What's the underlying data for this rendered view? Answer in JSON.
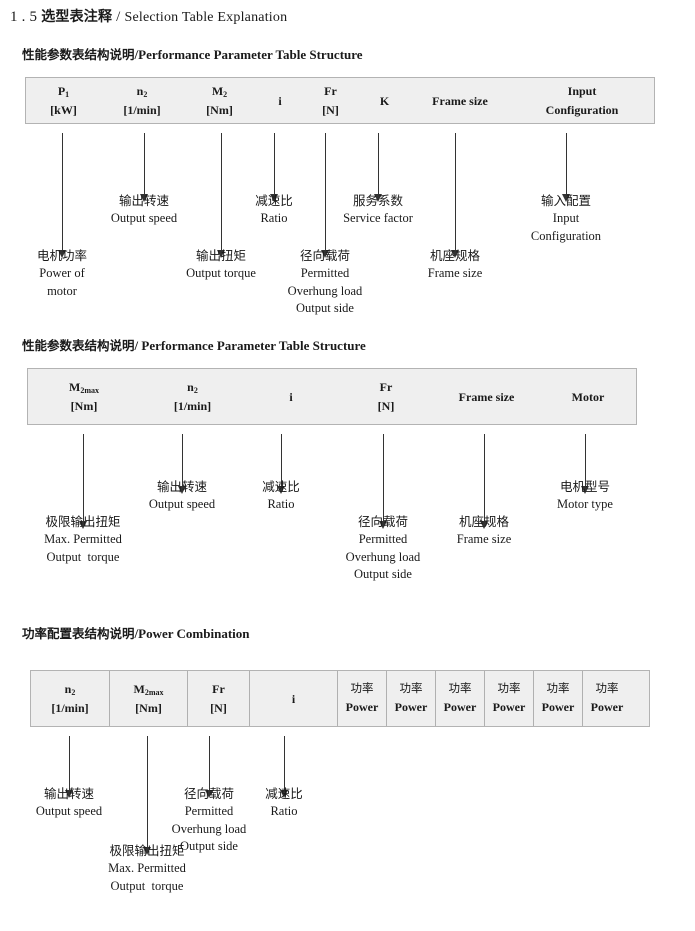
{
  "page": {
    "title_number": "1 . 5",
    "title_cn": "选型表注释",
    "title_sep": "/",
    "title_en": "Selection Table Explanation"
  },
  "sections": [
    {
      "heading_cn": "性能参数表结构说明",
      "heading_sep": "/",
      "heading_en": "Performance Parameter Table Structure",
      "columns": [
        {
          "symbol": "P",
          "sub": "1",
          "unit": "[kW]"
        },
        {
          "symbol": "n",
          "sub": "2",
          "unit": "[1/min]"
        },
        {
          "symbol": "M",
          "sub": "2",
          "unit": "[Nm]"
        },
        {
          "symbol": "i",
          "sub": "",
          "unit": ""
        },
        {
          "symbol": "Fr",
          "sub": "",
          "unit": "[N]"
        },
        {
          "symbol": "K",
          "sub": "",
          "unit": ""
        },
        {
          "symbol": "Frame size",
          "sub": "",
          "unit": ""
        },
        {
          "symbol": "Input",
          "sub": "",
          "unit": "Configuration"
        }
      ],
      "annotations": [
        {
          "cn": "电机功率",
          "en": [
            "Power of",
            "motor"
          ]
        },
        {
          "cn": "输出转速",
          "en": [
            "Output speed"
          ]
        },
        {
          "cn": "输出扭矩",
          "en": [
            "Output torque"
          ]
        },
        {
          "cn": "减速比",
          "en": [
            "Ratio"
          ]
        },
        {
          "cn": "径向载荷",
          "en": [
            "Permitted",
            "Overhung load",
            "Output side"
          ]
        },
        {
          "cn": "服务系数",
          "en": [
            "Service factor"
          ]
        },
        {
          "cn": "机座规格",
          "en": [
            "Frame size"
          ]
        },
        {
          "cn": "输入配置",
          "en": [
            "Input",
            "Configuration"
          ]
        }
      ]
    },
    {
      "heading_cn": "性能参数表结构说明",
      "heading_sep": "/",
      "heading_en": "Performance Parameter Table Structure",
      "columns": [
        {
          "symbol": "M",
          "sub": "2max",
          "unit": "[Nm]"
        },
        {
          "symbol": "n",
          "sub": "2",
          "unit": "[1/min]"
        },
        {
          "symbol": "i",
          "sub": "",
          "unit": ""
        },
        {
          "symbol": "Fr",
          "sub": "",
          "unit": "[N]"
        },
        {
          "symbol": "Frame size",
          "sub": "",
          "unit": ""
        },
        {
          "symbol": "Motor",
          "sub": "",
          "unit": ""
        }
      ],
      "annotations": [
        {
          "cn": "极限输出扭矩",
          "en": [
            "Max. Permitted",
            "Output  torque"
          ]
        },
        {
          "cn": "输出转速",
          "en": [
            "Output speed"
          ]
        },
        {
          "cn": "减速比",
          "en": [
            "Ratio"
          ]
        },
        {
          "cn": "径向载荷",
          "en": [
            "Permitted",
            "Overhung load",
            "Output side"
          ]
        },
        {
          "cn": "机座规格",
          "en": [
            "Frame size"
          ]
        },
        {
          "cn": "电机型号",
          "en": [
            "Motor type"
          ]
        }
      ]
    },
    {
      "heading_cn": "功率配置表结构说明",
      "heading_sep": "/",
      "heading_en": "Power Combination",
      "columns": [
        {
          "symbol": "n",
          "sub": "2",
          "unit": "[1/min]"
        },
        {
          "symbol": "M",
          "sub": "2max",
          "unit": "[Nm]"
        },
        {
          "symbol": "Fr",
          "sub": "",
          "unit": "[N]"
        },
        {
          "symbol": "i",
          "sub": "",
          "unit": ""
        },
        {
          "symbol_cn": "功率",
          "symbol": "",
          "sub": "",
          "unit": "Power"
        },
        {
          "symbol_cn": "功率",
          "symbol": "",
          "sub": "",
          "unit": "Power"
        },
        {
          "symbol_cn": "功率",
          "symbol": "",
          "sub": "",
          "unit": "Power"
        },
        {
          "symbol_cn": "功率",
          "symbol": "",
          "sub": "",
          "unit": "Power"
        },
        {
          "symbol_cn": "功率",
          "symbol": "",
          "sub": "",
          "unit": "Power"
        },
        {
          "symbol_cn": "功率",
          "symbol": "",
          "sub": "",
          "unit": "Power"
        }
      ],
      "annotations": [
        {
          "cn": "输出转速",
          "en": [
            "Output speed"
          ]
        },
        {
          "cn": "极限输出扭矩",
          "en": [
            "Max. Permitted",
            "Output  torque"
          ]
        },
        {
          "cn": "径向载荷",
          "en": [
            "Permitted",
            "Overhung load",
            "Output side"
          ]
        },
        {
          "cn": "减速比",
          "en": [
            "Ratio"
          ]
        }
      ]
    }
  ],
  "colors": {
    "table_bg": "#efefef",
    "table_border": "#b3b3b3",
    "arrow": "#333333",
    "text": "#1a1a1a"
  }
}
